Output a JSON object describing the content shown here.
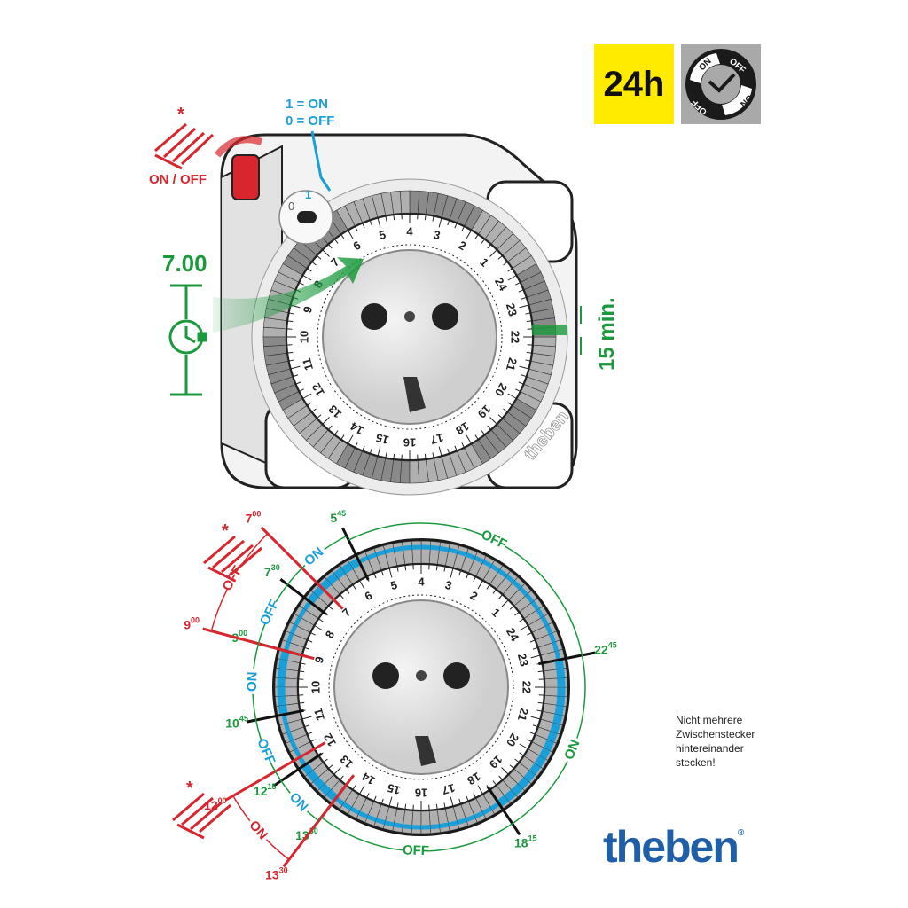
{
  "badges": {
    "hours": "24h",
    "on": "ON",
    "off": "OFF"
  },
  "top_diagram": {
    "switch_on": "1 = ON",
    "switch_off": "0 = OFF",
    "manual_switch": "ON / OFF",
    "set_time": "7.00",
    "segment_step": "15 min.",
    "asterisk": "*",
    "switch_one": "1",
    "switch_zero": "0",
    "device_brand": "theben"
  },
  "dial_hours": [
    "1",
    "2",
    "3",
    "4",
    "5",
    "6",
    "7",
    "8",
    "9",
    "10",
    "11",
    "12",
    "13",
    "14",
    "15",
    "16",
    "17",
    "18",
    "19",
    "20",
    "21",
    "22",
    "23",
    "24"
  ],
  "bottom_diagram": {
    "asterisk": "*",
    "markers": [
      {
        "h": "5",
        "m": "45",
        "t": 5.75,
        "color": "#1a9a3c",
        "kind": "switch"
      },
      {
        "h": "7",
        "m": "30",
        "t": 7.5,
        "color": "#1a9a3c",
        "kind": "switch"
      },
      {
        "h": "9",
        "m": "00",
        "t": 9.0,
        "color": "#1a9a3c",
        "kind": "switch"
      },
      {
        "h": "10",
        "m": "45",
        "t": 10.75,
        "color": "#1a9a3c",
        "kind": "switch"
      },
      {
        "h": "12",
        "m": "15",
        "t": 12.25,
        "color": "#1a9a3c",
        "kind": "switch"
      },
      {
        "h": "13",
        "m": "30",
        "t": 13.5,
        "color": "#1a9a3c",
        "kind": "switch"
      },
      {
        "h": "18",
        "m": "15",
        "t": 18.25,
        "color": "#1a9a3c",
        "kind": "switch"
      },
      {
        "h": "22",
        "m": "45",
        "t": 22.75,
        "color": "#1a9a3c",
        "kind": "switch"
      },
      {
        "h": "7",
        "m": "00",
        "t": 7.0,
        "color": "#d9262e",
        "kind": "manual"
      },
      {
        "h": "9",
        "m": "00",
        "t": 9.0,
        "color": "#d9262e",
        "kind": "manual"
      },
      {
        "h": "12",
        "m": "00",
        "t": 12.0,
        "color": "#d9262e",
        "kind": "manual"
      },
      {
        "h": "13",
        "m": "30",
        "t": 13.5,
        "color": "#d9262e",
        "kind": "manual"
      }
    ],
    "intervals": [
      {
        "label": "ON",
        "from": 5.75,
        "to": 7.5,
        "state": "on",
        "color": "#1a9fd8",
        "r": 190
      },
      {
        "label": "OFF",
        "from": 7.5,
        "to": 9.0,
        "state": "off",
        "color": "#1a9fd8",
        "r": 190
      },
      {
        "label": "ON",
        "from": 9.0,
        "to": 10.75,
        "state": "on",
        "color": "#1a9fd8",
        "r": 190
      },
      {
        "label": "OFF",
        "from": 10.75,
        "to": 12.25,
        "state": "off",
        "color": "#1a9fd8",
        "r": 190
      },
      {
        "label": "ON",
        "from": 12.25,
        "to": 13.5,
        "state": "on",
        "color": "#1a9fd8",
        "r": 190
      },
      {
        "label": "OFF",
        "from": 13.5,
        "to": 18.25,
        "state": "off",
        "color": "#1a9a3c",
        "r": 185
      },
      {
        "label": "ON",
        "from": 18.25,
        "to": 22.75,
        "state": "on",
        "color": "#1a9a3c",
        "r": 185
      },
      {
        "label": "OFF",
        "from": 22.75,
        "to": 29.75,
        "state": "off",
        "color": "#1a9a3c",
        "r": 185
      },
      {
        "label": "OFF",
        "from": 7.0,
        "to": 9.0,
        "state": "manual",
        "color": "#d9262e",
        "r": 245
      },
      {
        "label": "ON",
        "from": 12.0,
        "to": 13.5,
        "state": "manual",
        "color": "#d9262e",
        "r": 245
      }
    ]
  },
  "note": [
    "Nicht mehrere",
    "Zwischenstecker",
    "hintereinander",
    "stecken!"
  ],
  "logo": {
    "text": "theben",
    "mark": "®"
  },
  "colors": {
    "green": "#1a9a3c",
    "blue": "#1a9fd8",
    "red": "#d9262e",
    "yellow": "#ffeb00",
    "brand": "#1f5ea8"
  }
}
